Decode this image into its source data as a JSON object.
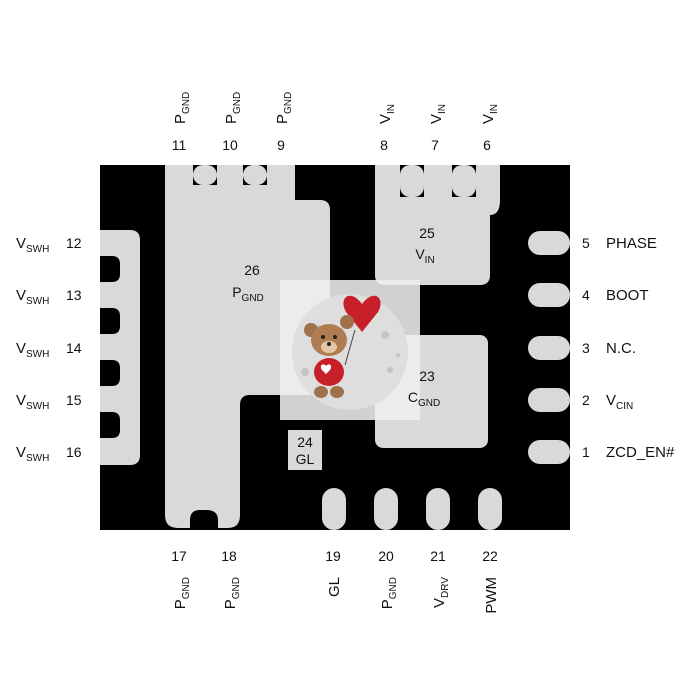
{
  "colors": {
    "body": "#000000",
    "pad": "#d9d9d9",
    "overlay": "#eeeeee"
  },
  "top_pins": [
    {
      "num": "11",
      "name": "P",
      "sub": "GND"
    },
    {
      "num": "10",
      "name": "P",
      "sub": "GND"
    },
    {
      "num": "9",
      "name": "P",
      "sub": "GND"
    },
    {
      "num": "8",
      "name": "V",
      "sub": "IN"
    },
    {
      "num": "7",
      "name": "V",
      "sub": "IN"
    },
    {
      "num": "6",
      "name": "V",
      "sub": "IN"
    }
  ],
  "left_pins": [
    {
      "num": "12",
      "name": "V",
      "sub": "SWH"
    },
    {
      "num": "13",
      "name": "V",
      "sub": "SWH"
    },
    {
      "num": "14",
      "name": "V",
      "sub": "SWH"
    },
    {
      "num": "15",
      "name": "V",
      "sub": "SWH"
    },
    {
      "num": "16",
      "name": "V",
      "sub": "SWH"
    }
  ],
  "right_pins": [
    {
      "num": "5",
      "name": "PHASE",
      "sub": ""
    },
    {
      "num": "4",
      "name": "BOOT",
      "sub": ""
    },
    {
      "num": "3",
      "name": "N.C.",
      "sub": ""
    },
    {
      "num": "2",
      "name": "V",
      "sub": "CIN"
    },
    {
      "num": "1",
      "name": "ZCD_EN#",
      "sub": ""
    }
  ],
  "bottom_pins": [
    {
      "num": "17",
      "name": "P",
      "sub": "GND"
    },
    {
      "num": "18",
      "name": "P",
      "sub": "GND"
    },
    {
      "num": "19",
      "name": "GL",
      "sub": ""
    },
    {
      "num": "20",
      "name": "P",
      "sub": "GND"
    },
    {
      "num": "21",
      "name": "V",
      "sub": "DRV"
    },
    {
      "num": "22",
      "name": "PWM",
      "sub": ""
    }
  ],
  "pads": {
    "p26": {
      "num": "26",
      "name": "P",
      "sub": "GND"
    },
    "p25": {
      "num": "25",
      "name": "V",
      "sub": "IN"
    },
    "p23": {
      "num": "23",
      "name": "C",
      "sub": "GND"
    },
    "p24": {
      "num": "24",
      "name": "GL",
      "sub": ""
    }
  },
  "overlay_image": {
    "icon": "teddy-bear-with-heart-balloon"
  }
}
